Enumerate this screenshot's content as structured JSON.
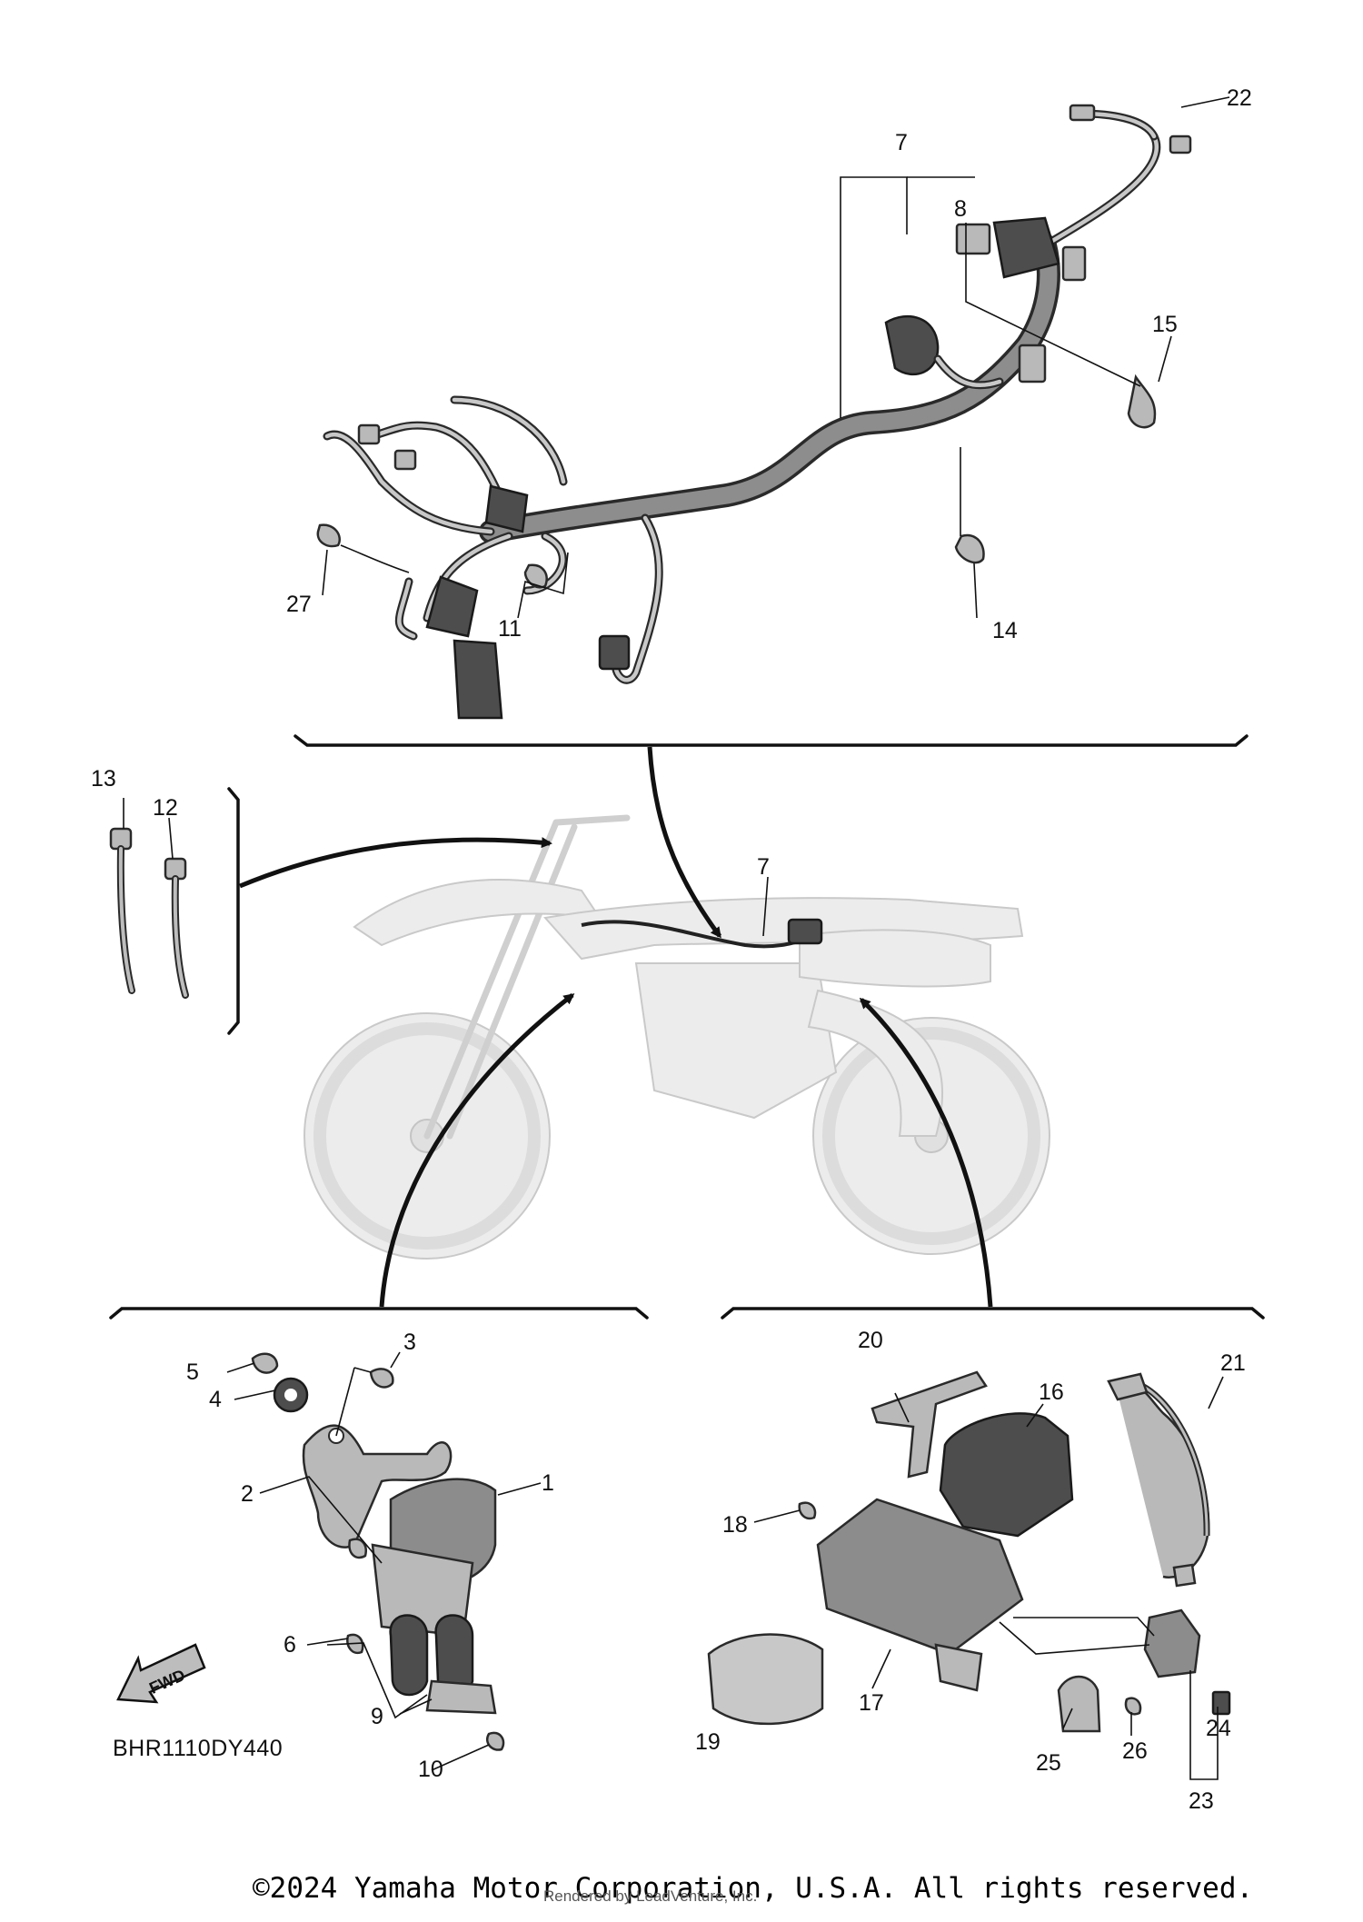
{
  "diagram": {
    "callouts": [
      "1",
      "2",
      "3",
      "4",
      "5",
      "6",
      "7",
      "7",
      "8",
      "9",
      "10",
      "11",
      "12",
      "13",
      "14",
      "15",
      "16",
      "17",
      "18",
      "19",
      "20",
      "21",
      "22",
      "23",
      "24",
      "25",
      "26",
      "27"
    ],
    "fwd_label": "FWD",
    "diagram_code": "BHR1110DY440"
  },
  "footer": {
    "copyright": "©2024 Yamaha Motor Corporation, U.S.A. All rights reserved.",
    "rendered_by": "Rendered by LeadVenture, Inc."
  }
}
